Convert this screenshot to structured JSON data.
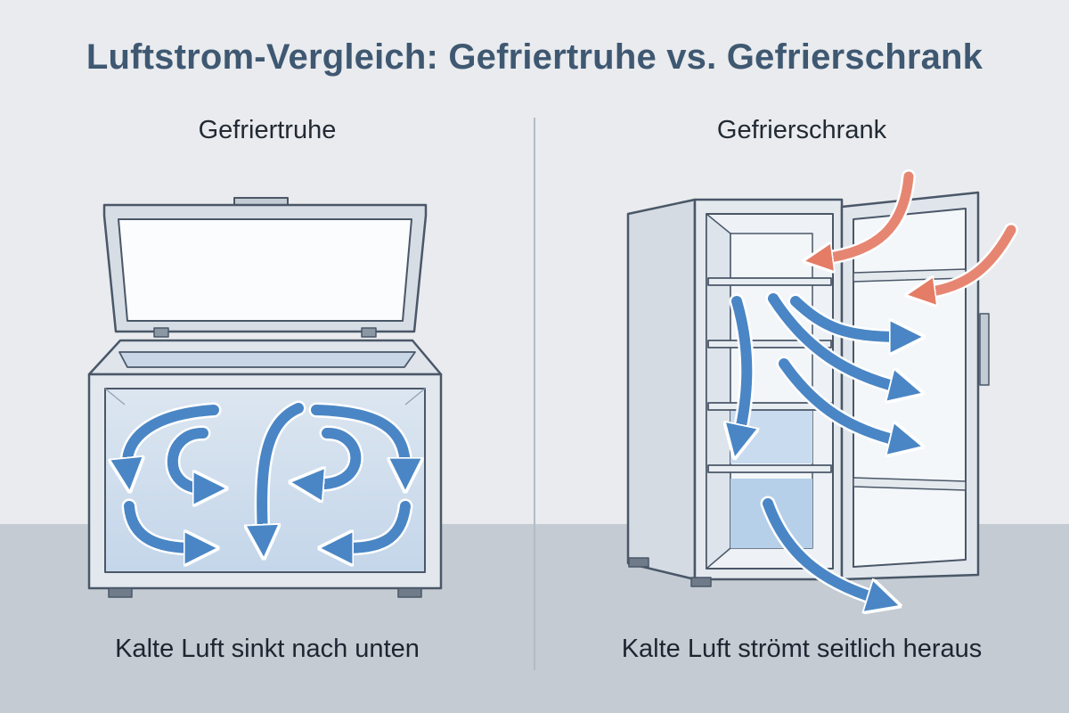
{
  "title": "Luftstrom-Vergleich: Gefriertruhe vs. Gefrierschrank",
  "panels": [
    {
      "heading": "Gefriertruhe",
      "caption": "Kalte Luft sinkt nach unten"
    },
    {
      "heading": "Gefrierschrank",
      "caption": "Kalte Luft strömt seitlich heraus"
    }
  ],
  "colors": {
    "background_top": "#e9ebee",
    "floor": "#c4cbd3",
    "title": "#3f5872",
    "outline": "#4a5768",
    "cold_air_arrow": "#4a86c5",
    "warm_air_arrow": "#e47c66",
    "cold_zone": "#c9dbee"
  }
}
